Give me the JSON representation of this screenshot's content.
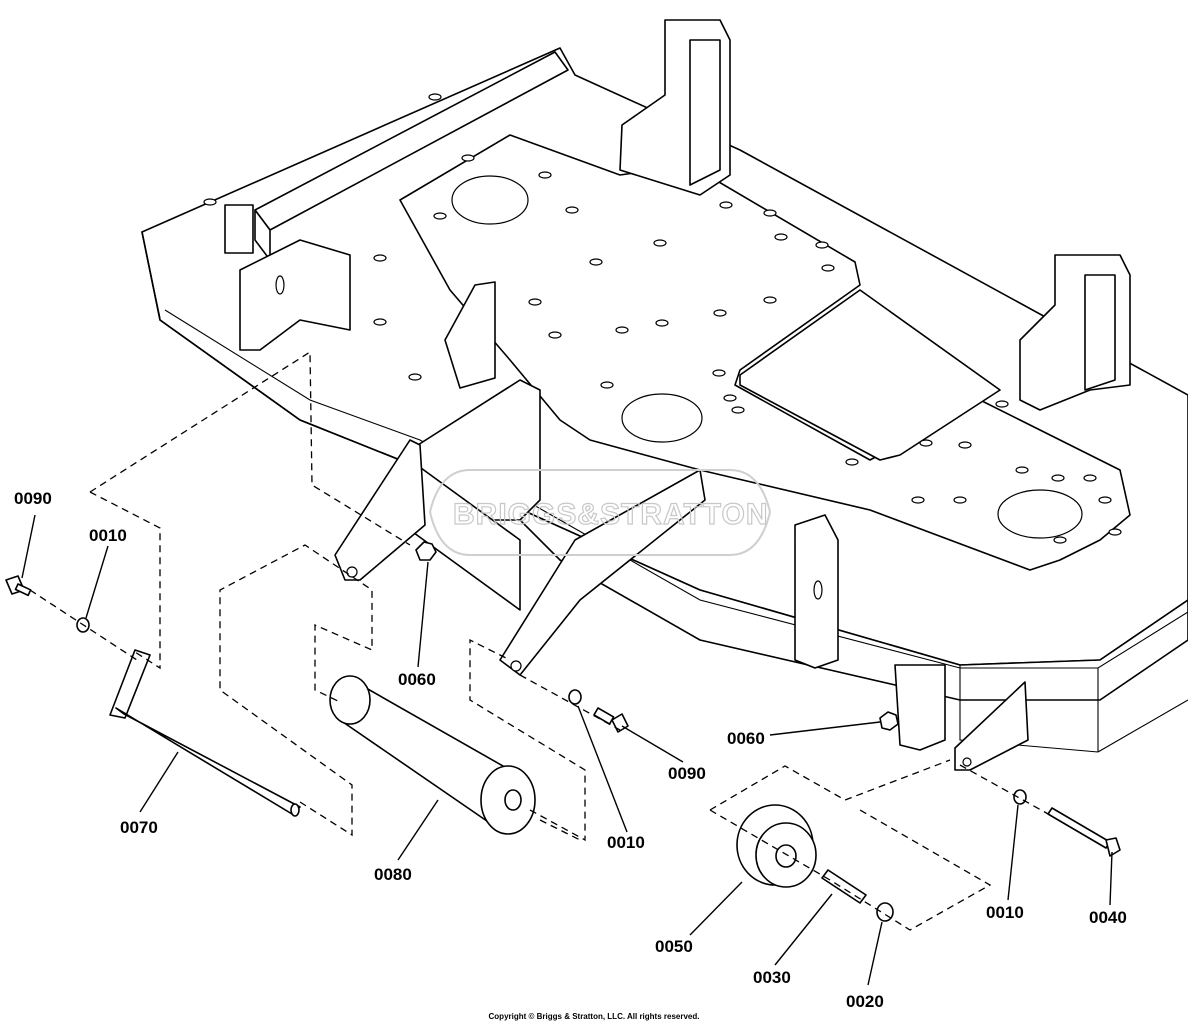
{
  "watermark": {
    "brand_text": "BRIGGS&STRATTON"
  },
  "callouts": {
    "c0090_left": "0090",
    "c0010_left": "0010",
    "c0070": "0070",
    "c0060_left": "0060",
    "c0080": "0080",
    "c0010_mid": "0010",
    "c0090_mid": "0090",
    "c0060_right": "0060",
    "c0050": "0050",
    "c0030": "0030",
    "c0020": "0020",
    "c0010_right": "0010",
    "c0040": "0040"
  },
  "footer": {
    "copyright": "Copyright © Briggs & Stratton, LLC. All rights reserved."
  }
}
